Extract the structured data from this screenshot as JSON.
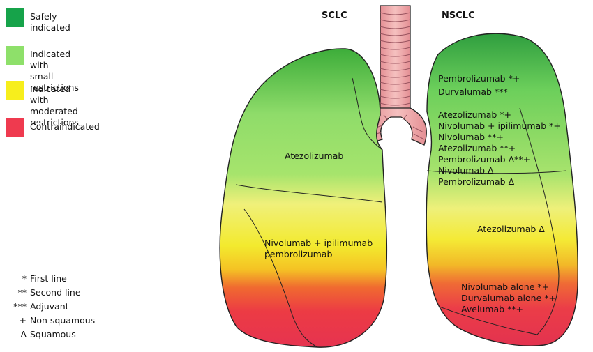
{
  "legend": {
    "colors": [
      {
        "label": "Safely indicated",
        "color": "#16a34a"
      },
      {
        "label": "Indicated with\nsmall restrictions",
        "color": "#8ee06a"
      },
      {
        "label": "Indicated with\nmoderated restrictions",
        "color": "#f7ee1c"
      },
      {
        "label": "Contraindicated",
        "color": "#ef3a4f"
      }
    ],
    "symbols": [
      {
        "symbol": "*",
        "label": "First line"
      },
      {
        "symbol": "**",
        "label": "Second line"
      },
      {
        "symbol": "***",
        "label": "Adjuvant"
      },
      {
        "symbol": "+",
        "label": "Non squamous"
      },
      {
        "symbol": "Δ",
        "label": "Squamous"
      }
    ]
  },
  "left_lung": {
    "title": "SCLC",
    "green_zone": "Atezolizumab",
    "yellow_zone": [
      "Nivolumab + ipilimumab",
      "pembrolizumab"
    ]
  },
  "right_lung": {
    "title": "NSCLC",
    "green_top": [
      "Pembrolizumab *+",
      "Durvalumab ***"
    ],
    "green_middle": [
      "Atezolizumab *+",
      "Nivolumab + ipilimumab *+",
      "Nivolumab **+",
      "Atezolizumab **+",
      "Pembrolizumab Δ**+",
      "Nivolumab Δ",
      "Pembrolizumab Δ"
    ],
    "yellow_zone": "Atezolizumab Δ",
    "red_zone": [
      "Nivolumab alone *+",
      "Durvalumab alone *+",
      "Avelumab **+"
    ]
  }
}
